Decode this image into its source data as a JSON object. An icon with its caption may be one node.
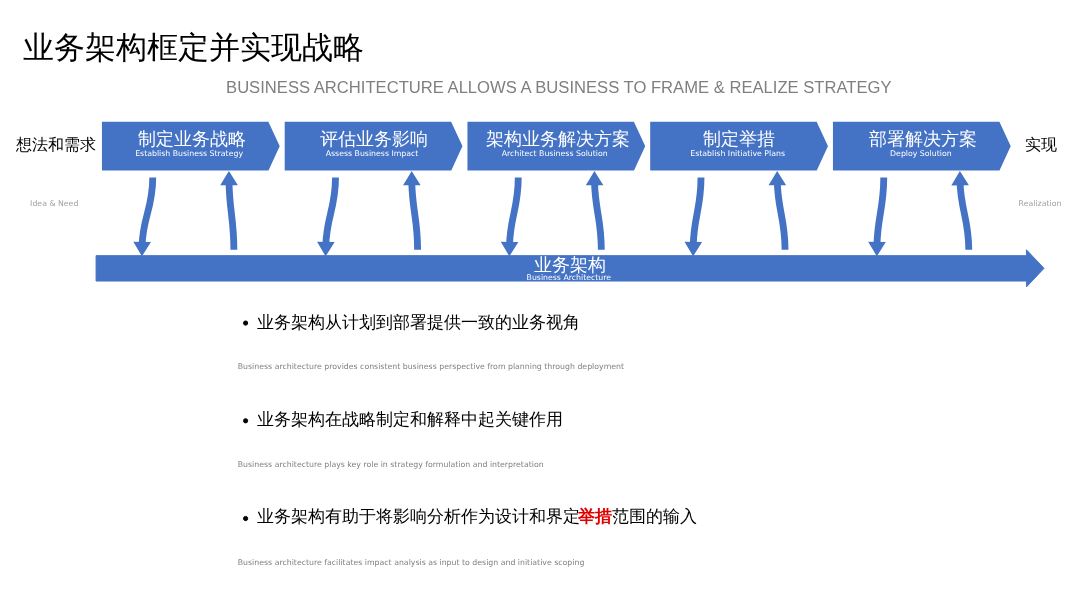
{
  "diagram": {
    "title": "业务架构框定并实现战略",
    "nodes": [
      {
        "text": [
          "制定业务战略",
          "Establish Business Strategy"
        ]
      },
      {
        "text": [
          "评估业务影响",
          "Assess Business Impact"
        ]
      },
      {
        "text": [
          "架构业务解决方案",
          "Architect Business Solution"
        ]
      },
      {
        "text": [
          "制定举措",
          "Establish Initiative Plans"
        ]
      },
      {
        "text": [
          "部署解决方案",
          "Deploy Solution"
        ]
      },
      {
        "text": [
          "业务架构",
          "Business Architecture"
        ]
      }
    ],
    "edges": [
      {
        "from": 0,
        "to": 5,
        "arrow": "to"
      },
      {
        "from": 5,
        "to": 0,
        "arrow": "to"
      },
      {
        "from": 1,
        "to": 5,
        "arrow": "to"
      },
      {
        "from": 5,
        "to": 1,
        "arrow": "to"
      },
      {
        "from": 2,
        "to": 5,
        "arrow": "to"
      },
      {
        "from": 5,
        "to": 2,
        "arrow": "to"
      },
      {
        "from": 3,
        "to": 5,
        "arrow": "to"
      },
      {
        "from": 5,
        "to": 3,
        "arrow": "to"
      },
      {
        "from": 4,
        "to": 5,
        "arrow": "to"
      },
      {
        "from": 5,
        "to": 4,
        "arrow": "to"
      }
    ],
    "labels": [
      "BUSINESS ARCHITECTURE ALLOWS A BUSINESS TO FRAME & REALIZE STRATEGY",
      "想法和需求",
      "Idea & Need",
      "实现",
      "Realization",
      "业务架构从计划到部署提供一致的业务视角",
      "Business architecture provides consistent business perspective from planning through deployment",
      "业务架构在战略制定和解释中起关键作用",
      "Business architecture plays key role in strategy formulation and interpretation",
      "业务架构有助于将影响分析作为设计和界定**举措**范围的输入",
      "Business architecture facilitates impact analysis as input to design and initiative scoping"
    ]
  }
}
